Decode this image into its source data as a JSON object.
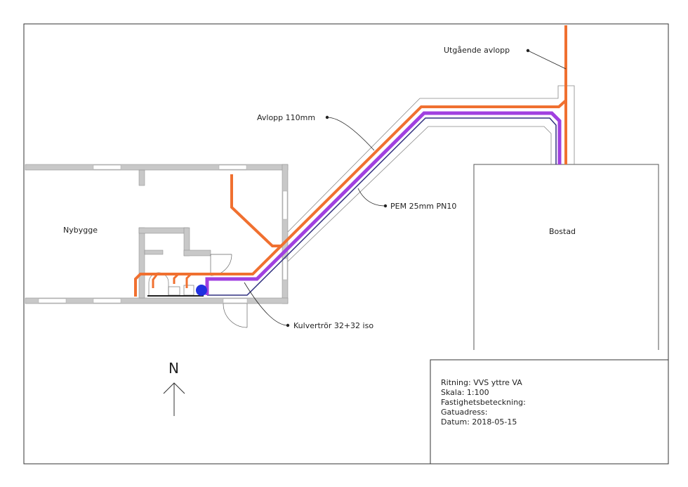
{
  "labels": {
    "avlopp": "Avlopp 110mm",
    "utgaende": "Utgående avlopp",
    "pem": "PEM 25mm PN10",
    "kulvert": "Kulvertrör 32+32 iso",
    "nybygge": "Nybygge",
    "bostad": "Bostad",
    "north": "N"
  },
  "title_block": {
    "ritning": "Ritning: VVS yttre VA",
    "skala": "Skala: 1:100",
    "fastighet": "Fastighetsbeteckning:",
    "gatuadress": "Gatuadress:",
    "datum": "Datum: 2018-05-15"
  },
  "colors": {
    "sewer": "#f07030",
    "pem": "#a040e0",
    "water": "#303080",
    "wall": "#c8c8c8"
  }
}
